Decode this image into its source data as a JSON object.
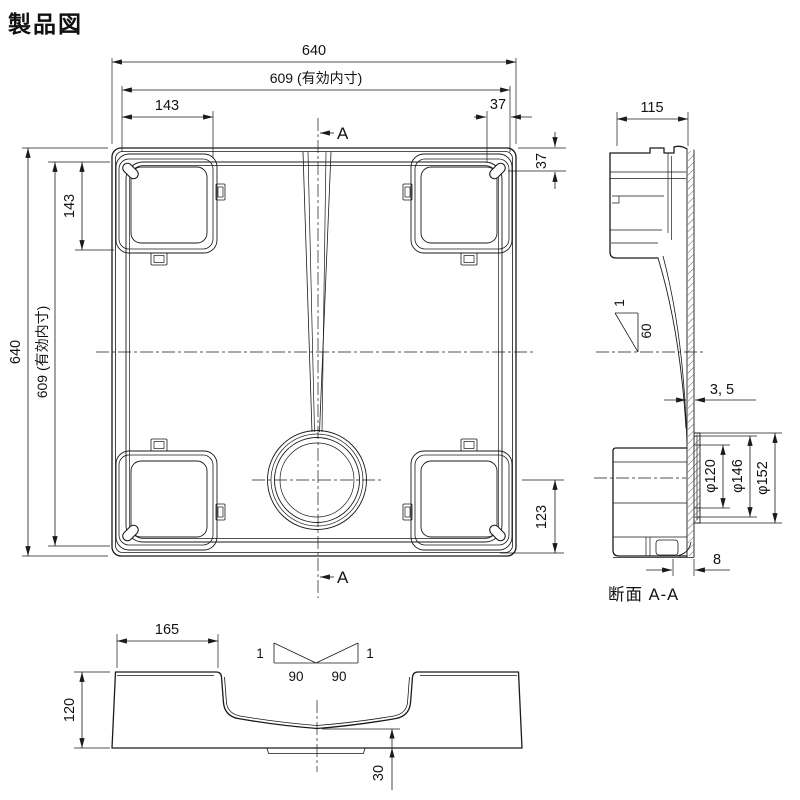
{
  "title": "製品図",
  "plan_view": {
    "section_marker_top": "A",
    "section_marker_bottom": "A",
    "dims": {
      "width_overall": "640",
      "width_inner": "609 (有効内寸)",
      "pad_width": "143",
      "hole_offset_x": "37",
      "hole_offset_y": "37",
      "height_overall": "640",
      "height_inner": "609 (有効内寸)",
      "pad_height": "143",
      "drain_to_edge": "123"
    }
  },
  "section_view": {
    "caption": "断面 A-A",
    "dims": {
      "rim_depth": "115",
      "slope_rise": "1",
      "slope_run": "60",
      "floor_thickness": "3, 5",
      "drain_dia_inner": "φ120",
      "drain_dia_mid": "φ146",
      "drain_dia_outer": "φ152",
      "base_step": "8"
    }
  },
  "front_view": {
    "dims": {
      "block_width": "165",
      "height": "120",
      "slope_left_rise": "1",
      "slope_left_run": "90",
      "slope_right_run": "90",
      "slope_right_rise": "1",
      "clearance": "30"
    }
  }
}
